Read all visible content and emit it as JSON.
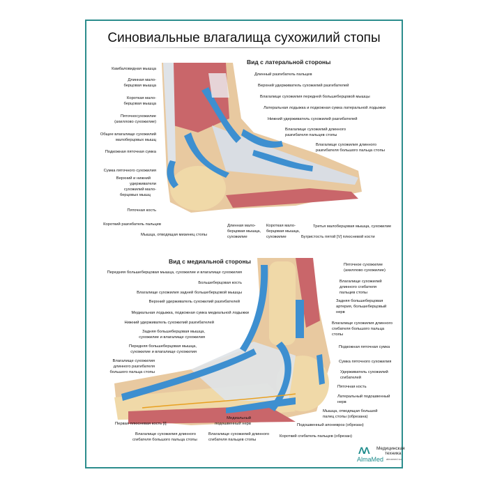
{
  "title": "Синовиальные влагалища сухожилий стопы",
  "colors": {
    "frame": "#2b8c8c",
    "sheath": "#3d8fd0",
    "bone": "#f0d9a8",
    "muscle": "#c9666a",
    "tendon": "#dfe3e8"
  },
  "lateral": {
    "heading": "Вид с латеральной стороны",
    "labels": [
      "Камбаловидная мышца",
      "Длинная мало-",
      "берцовая мышца",
      "Короткая мало-",
      "берцовая мышца",
      "Пяточносухожилие",
      "(ахиллово сухожилие)",
      "Общее влагалище сухожилий",
      "малоберцовых мышц",
      "Подкожная пяточная сумка",
      "Сумка пяточного сухожилия",
      "Верхний и нижний",
      "удерживатели",
      "сухожилий мало-",
      "берцовых мышц",
      "Пяточная кость",
      "Короткий разгибатель пальцев",
      "Мышца, отводящая мизинец стопы",
      "Длинный разгибатель пальцев",
      "Верхний удерживатель сухожилий разгибателей",
      "Влагалище сухожилия передней большеберцовой мышцы",
      "Латеральная лодыжка и подкожная сумка латеральной лодыжки",
      "Нижний удерживатель сухожилий разгибателей",
      "Влагалище сухожилий длинного",
      "разгибателя пальцев стопы",
      "Влагалище сухожилия длинного",
      "разгибателя большого пальца стопы",
      "Длинная мало-",
      "берцовая мышца,",
      "сухожилие",
      "Короткая мало-",
      "берцовая мышца,",
      "сухожилие",
      "Третья малоберцовая мышца, сухожилие",
      "Бугристость пятой [V] плюсневой кости"
    ]
  },
  "medial": {
    "heading": "Вид с медиальной стороны",
    "labels": [
      "Передняя большеберцовая мышца, сухожилие и влагалище сухожилия",
      "Большеберцовая кость",
      "Влагалище сухожилия задней большеберцовой мышцы",
      "Верхний удерживатель сухожилий разгибателей",
      "Медиальная лодыжка, подкожная сумка медиальной лодыжки",
      "Нижний удерживатель сухожилий разгибателей",
      "Задняя большеберцовая мышца,",
      "сухожилие и влагалище сухожилия",
      "Передняя большеберцовая мышца,",
      "сухожилие и влагалище сухожилия",
      "Влагалище сухожилия",
      "длинного разгибателя",
      "большого пальца стопы",
      "Первая плюсневая кость [I]",
      "Медиальный",
      "подошвенный нерв",
      "Влагалище сухожилия длинного",
      "сгибателя большого пальца стопы",
      "Влагалище сухожилий длинного",
      "сгибателя пальцев стопы",
      "Подошвенный апоневроз (обрезан)",
      "Короткий сгибатель пальцев (обрезан)",
      "Пяточное сухожилие",
      "(ахиллово сухожилие)",
      "Влагалище сухожилий",
      "длинного сгибателя",
      "пальцев стопы",
      "Задняя большеберцовая",
      "артерия, большеберцовый",
      "нерв",
      "Влагалище сухожилия длинного",
      "сгибателя большого пальца",
      "стопы",
      "Подкожная пяточная сумка",
      "Сумка пяточного сухожилия",
      "Удерживатель сухожилий",
      "сгибателей",
      "Пяточная кость",
      "Латеральный подошвенный",
      "нерв",
      "Мышца, отводящая большой",
      "палец стопы (обрезана)"
    ]
  },
  "logo": {
    "name": "AlmaMed",
    "mark": "ΛΛ",
    "line1": "Медицинская",
    "line2": "техника",
    "site": "almamed.su"
  }
}
